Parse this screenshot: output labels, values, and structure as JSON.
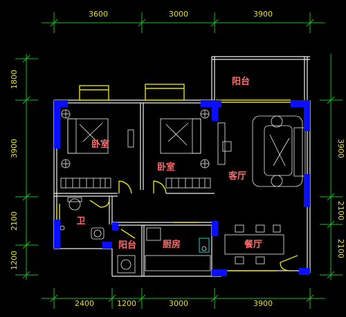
{
  "dimensions": {
    "top": [
      "3600",
      "3000",
      "3900"
    ],
    "bottom": [
      "2400",
      "1200",
      "3000",
      "3900"
    ],
    "left": [
      "1800",
      "3900",
      "2100",
      "1200"
    ],
    "right": [
      "3900",
      "2100",
      "2100"
    ]
  },
  "rooms": {
    "balcony_top": "阳台",
    "bedroom_1": "卧室",
    "bedroom_2": "卧室",
    "living_room": "客厅",
    "bathroom": "卫",
    "balcony_small": "阳台",
    "kitchen": "厨房",
    "dining_room": "餐厅"
  },
  "colors": {
    "background": "#000000",
    "dimension_lines": "#10c020",
    "dimension_text": "#e8e020",
    "walls": "#f0f0f0",
    "columns": "#0a10ff",
    "room_labels": "#ff6a6a",
    "windows_doors": "#e6e000"
  }
}
